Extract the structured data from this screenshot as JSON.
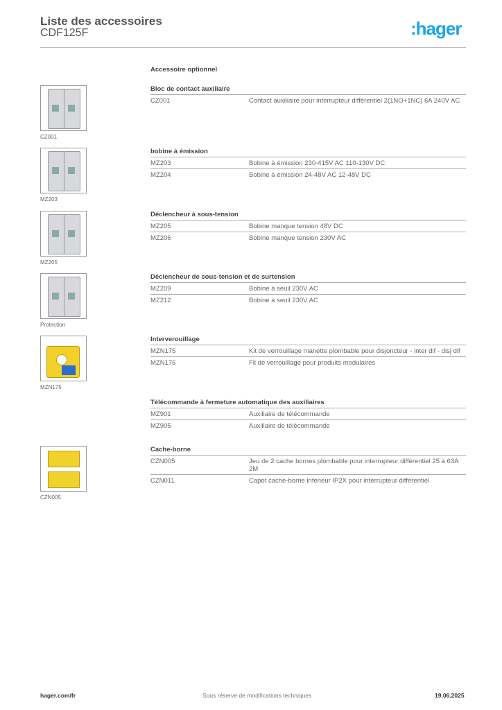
{
  "header": {
    "title": "Liste des accessoires",
    "subtitle": "CDF125F",
    "logo": ":hager"
  },
  "colors": {
    "brand": "#1aa6e6"
  },
  "optional_label": "Accessoire optionnel",
  "sections": [
    {
      "title": "Bloc de contact auxiliaire",
      "image_caption": "CZ001",
      "image": "grey-module",
      "rows": [
        {
          "ref": "CZ001",
          "desc": "Contact auxiliaire pour interrupteur différentiel 2(1NO+1NC) 6A 240V AC"
        }
      ]
    },
    {
      "title": "bobine à émission",
      "image_caption": "MZ203",
      "image": "grey-module",
      "rows": [
        {
          "ref": "MZ203",
          "desc": "Bobine à émission 230-415V AC 110-130V DC"
        },
        {
          "ref": "MZ204",
          "desc": "Bobine à émission 24-48V AC 12-48V DC"
        }
      ]
    },
    {
      "title": "Déclencheur à sous-tension",
      "image_caption": "MZ205",
      "image": "grey-module",
      "rows": [
        {
          "ref": "MZ205",
          "desc": "Bobine manque tension 48V DC"
        },
        {
          "ref": "MZ206",
          "desc": "Bobine manque tension 230V AC"
        }
      ]
    },
    {
      "title": "Déclencheur de sous-tension et de surtension",
      "image_caption": "Protection",
      "image": "grey-module",
      "rows": [
        {
          "ref": "MZ209",
          "desc": "Bobine à seuil 230V AC"
        },
        {
          "ref": "MZ212",
          "desc": "Bobine à seuil 230V AC"
        }
      ]
    },
    {
      "title": "Interverouillage",
      "image_caption": "MZN175",
      "image": "yellow-lock",
      "rows": [
        {
          "ref": "MZN175",
          "desc": "Kit de verrouillage manette plombable pour disjoncteur - inter dif - disj dif"
        },
        {
          "ref": "MZN176",
          "desc": "Fil de verrouillage pour produits modulaires"
        }
      ]
    },
    {
      "title": "Télécommande à fermeture automatique des auxiliaires",
      "rows": [
        {
          "ref": "MZ901",
          "desc": "Auxiliaire de télécommande"
        },
        {
          "ref": "MZ905",
          "desc": "Auxiliaire de télécommande"
        }
      ]
    },
    {
      "title": "Cache-borne",
      "image_caption": "CZN005",
      "image": "yellow-cover",
      "rows": [
        {
          "ref": "CZN005",
          "desc": "Jeu de 2 cache bornes plombable pour interrupteur différentiel 25 à 63A 2M"
        },
        {
          "ref": "CZN011",
          "desc": "Capot cache-borne inférieur IP2X pour interrupteur différentiel"
        }
      ]
    }
  ],
  "footer": {
    "left": "hager.com/fr",
    "center": "Sous réserve de modifications techniques",
    "right": "19.06.2025"
  }
}
